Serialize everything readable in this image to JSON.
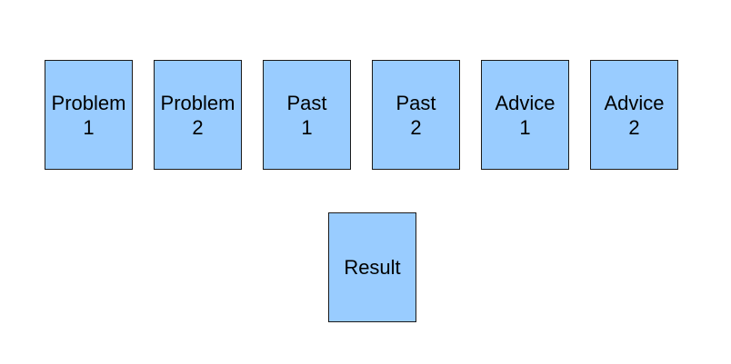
{
  "cards": [
    {
      "line1": "Problem",
      "line2": "1"
    },
    {
      "line1": "Problem",
      "line2": "2"
    },
    {
      "line1": "Past",
      "line2": "1"
    },
    {
      "line1": "Past",
      "line2": "2"
    },
    {
      "line1": "Advice",
      "line2": "1"
    },
    {
      "line1": "Advice",
      "line2": "2"
    }
  ],
  "result": {
    "label": "Result"
  },
  "colors": {
    "card_fill": "#99ccff",
    "card_border": "#1a1a1a",
    "background": "#ffffff"
  }
}
